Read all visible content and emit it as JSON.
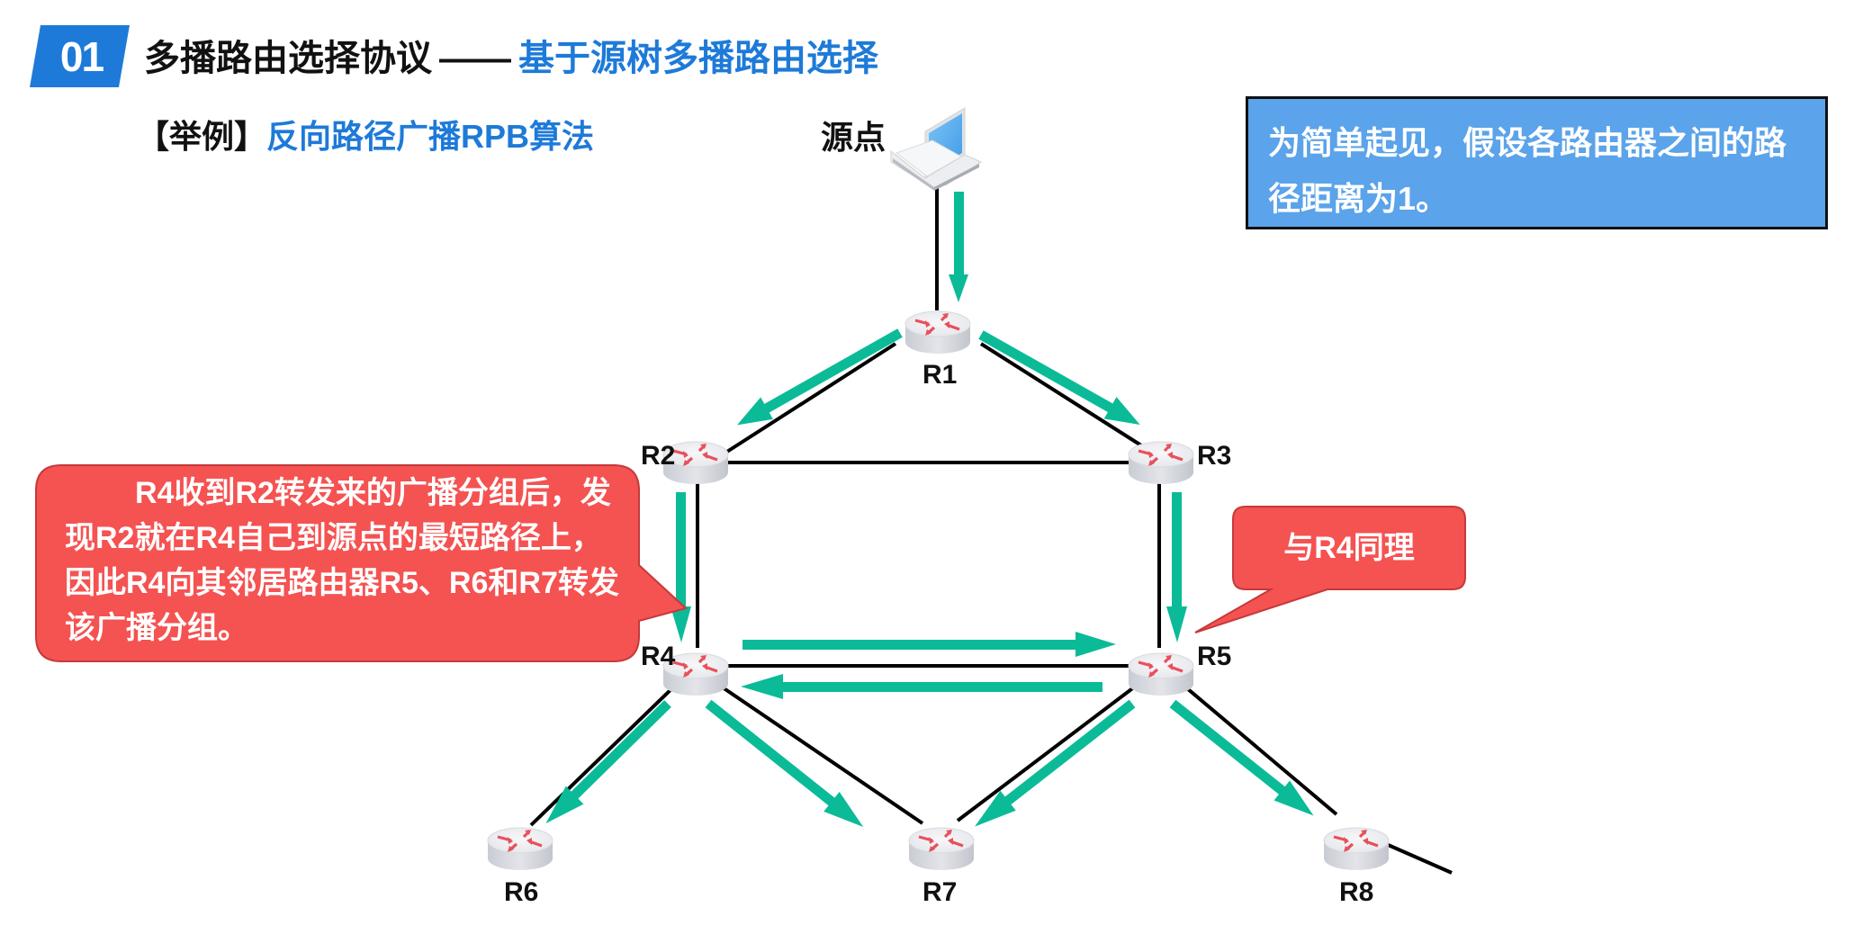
{
  "header": {
    "badge_number": "01",
    "title_main": "多播路由选择协议",
    "title_dash": "——",
    "title_sub": "基于源树多播路由选择"
  },
  "subtitle": {
    "bracket_label": "【举例】",
    "topic": "反向路径广播RPB算法"
  },
  "source": {
    "label": "源点",
    "icon": "laptop-icon"
  },
  "note": {
    "text": "为简单起见，假设各路由器之间的路径距离为1。"
  },
  "routers": [
    {
      "id": "R1",
      "label": "R1"
    },
    {
      "id": "R2",
      "label": "R2"
    },
    {
      "id": "R3",
      "label": "R3"
    },
    {
      "id": "R4",
      "label": "R4"
    },
    {
      "id": "R5",
      "label": "R5"
    },
    {
      "id": "R6",
      "label": "R6"
    },
    {
      "id": "R7",
      "label": "R7"
    },
    {
      "id": "R8",
      "label": "R8"
    }
  ],
  "links": [
    [
      "source",
      "R1"
    ],
    [
      "R1",
      "R2"
    ],
    [
      "R1",
      "R3"
    ],
    [
      "R2",
      "R3"
    ],
    [
      "R2",
      "R4"
    ],
    [
      "R3",
      "R5"
    ],
    [
      "R4",
      "R5"
    ],
    [
      "R4",
      "R6"
    ],
    [
      "R4",
      "R7"
    ],
    [
      "R5",
      "R7"
    ],
    [
      "R5",
      "R8"
    ],
    [
      "R8",
      "external"
    ]
  ],
  "forwarding_arrows": [
    [
      "source",
      "R1"
    ],
    [
      "R1",
      "R2"
    ],
    [
      "R1",
      "R3"
    ],
    [
      "R2",
      "R4"
    ],
    [
      "R3",
      "R5"
    ],
    [
      "R4",
      "R5"
    ],
    [
      "R5",
      "R4"
    ],
    [
      "R4",
      "R6"
    ],
    [
      "R4",
      "R7"
    ],
    [
      "R5",
      "R7"
    ],
    [
      "R5",
      "R8"
    ]
  ],
  "callouts": {
    "r4_explanation": "R4收到R2转发来的广播分组后，发现R2就在R4自己到源点的最短路径上，因此R4向其邻居路由器R5、R6和R7转发该广播分组。",
    "r5_same": "与R4同理"
  },
  "colors": {
    "brand_blue": "#1e7ad8",
    "note_bg": "#5ba3ea",
    "arrow_green": "#0bbb98",
    "callout_red": "#f55252",
    "callout_border": "#c53a3a",
    "router_arrow_red": "#e8505b"
  }
}
